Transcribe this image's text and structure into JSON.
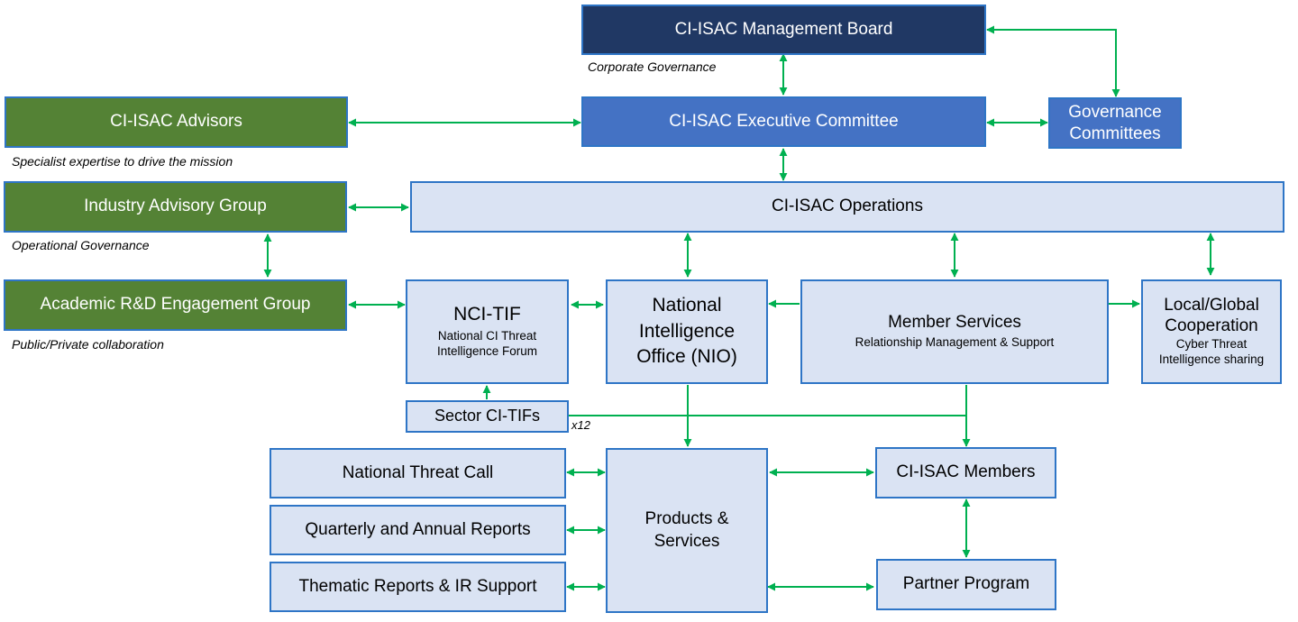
{
  "colors": {
    "navy": "#203864",
    "exec_blue": "#4472c4",
    "advisor_green": "#548235",
    "light_blue": "#dae3f3",
    "border_blue": "#2e75c6",
    "connector_green": "#00b050"
  },
  "nodes": {
    "management_board": {
      "title": "CI-ISAC Management Board"
    },
    "executive_committee": {
      "title": "CI-ISAC Executive Committee"
    },
    "governance_committees": {
      "title_line1": "Governance",
      "title_line2": "Committees"
    },
    "advisors": {
      "title": "CI-ISAC Advisors"
    },
    "industry_advisory_group": {
      "title": "Industry Advisory Group"
    },
    "academic_group": {
      "title": "Academic R&D Engagement Group"
    },
    "operations": {
      "title": "CI-ISAC Operations"
    },
    "nci_tif": {
      "title": "NCI-TIF",
      "subtitle_line1": "National CI Threat",
      "subtitle_line2": "Intelligence Forum"
    },
    "nio": {
      "title_line1": "National",
      "title_line2": "Intelligence",
      "title_line3": "Office (NIO)"
    },
    "member_services": {
      "title": "Member Services",
      "subtitle": "Relationship Management & Support"
    },
    "local_global": {
      "title_line1": "Local/Global",
      "title_line2": "Cooperation",
      "subtitle_line1": "Cyber Threat",
      "subtitle_line2": "Intelligence sharing"
    },
    "sector_ci_tifs": {
      "title": "Sector CI-TIFs"
    },
    "national_threat_call": {
      "title": "National Threat Call"
    },
    "quarterly_reports": {
      "title": "Quarterly and Annual Reports"
    },
    "thematic_reports": {
      "title": "Thematic Reports & IR Support"
    },
    "products_services": {
      "title_line1": "Products &",
      "title_line2": "Services"
    },
    "members": {
      "title": "CI-ISAC Members"
    },
    "partner_program": {
      "title": "Partner Program"
    }
  },
  "notes": {
    "corporate_governance": "Corporate Governance",
    "advisors_note": "Specialist expertise to drive the mission",
    "operational_governance": "Operational  Governance",
    "academic_note": "Public/Private collaboration",
    "sector_multiplier": "x12"
  }
}
